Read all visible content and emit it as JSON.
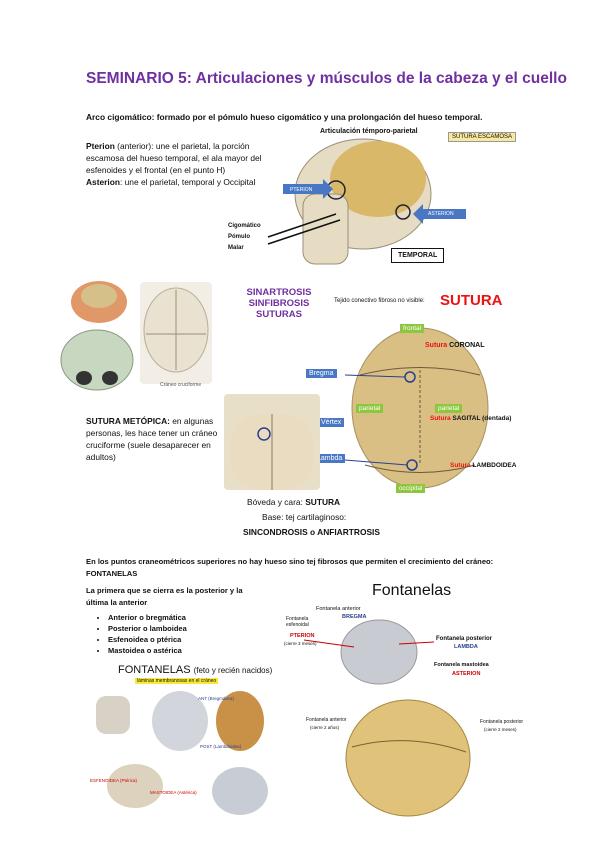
{
  "title": "SEMINARIO 5: Articulaciones y músculos de la cabeza y el cuello",
  "cigomatico": "Arco cigomático: formado por el pómulo hueso cigomático y una prolongación del hueso temporal.",
  "pterion_label": "Pterion",
  "pterion_text": " (anterior): une el parietal, la porción escamosa del hueso temporal, el ala mayor del esfenoides y el frontal (en el punto H)",
  "asterion_label": "Asterion",
  "asterion_text": ": une el parietal, temporal y Occipital",
  "skull1": {
    "art_temporo": "Articulación témporo-parietal",
    "sutura_escamosa": "SUTURA ESCAMOSA",
    "pterion": "PTERION",
    "asterion": "ASTERION",
    "cigomatico": "Cigomático",
    "pomulo": "Pómulo",
    "malar": "Malar",
    "temporal": "TEMPORAL"
  },
  "craneo_cruciforme": "Cráneo cruciforme",
  "sinartrosis": [
    "SINARTROSIS",
    "SINFIBROSIS",
    "SUTURAS"
  ],
  "tejido_conectivo": "Tejido conectivo fibroso no visible:",
  "sutura_big": "SUTURA",
  "top_skull": {
    "frontal": "frontal",
    "sutura_coronal_red": "Sutura",
    "sutura_coronal": " CORONAL",
    "bregma": "Bregma",
    "parietal_l": "parietal",
    "parietal_r": "parietal",
    "vertex": "Vértex",
    "sutura_sagital_red": "Sutura",
    "sutura_sagital": " SAGITAL (dentada)",
    "lambda": "Lambda",
    "sutura_lamb_red": "Sutura",
    "sutura_lamb": " LAMBDOIDEA",
    "occipital": "occipital"
  },
  "metopica_label": "SUTURA METÓPICA:",
  "metopica_text": " en algunas personas, les hace tener un cráneo cruciforme (suele desaparecer en adultos)",
  "boveda_label": "Bóveda y cara: ",
  "boveda_value": "SUTURA",
  "base_text": "Base: tej cartilaginoso:",
  "sincondrosis": "SINCONDROSIS o ANFIARTROSIS",
  "fontanelas_intro": "En los puntos craneométricos superiores no hay hueso sino tej fibrosos que permiten el crecimiento del cráneo: FONTANELAS",
  "primera_cierra": "La primera que se cierra es la posterior y la última la anterior",
  "fontanelas_list": [
    "Anterior o bregmática",
    "Posterior o lamboidea",
    "Esfenoidea o ptérica",
    "Mastoidea o astérica"
  ],
  "fontanelas_img": {
    "title": "FONTANELAS",
    "subtitle": "(feto y recién nacidos)",
    "laminas": "láminas membranosas en el cráneo",
    "ant": "ANT (Bregmática)",
    "post": "POST (Lambdoidea)",
    "esfenoidea": "ESFENOIDEA (Ptérica)",
    "mastoidea": "MASTOIDEA (Astérica)"
  },
  "fontanelas_big": {
    "title": "Fontanelas",
    "anterior": "Fontanela anterior",
    "bregma": "BREGMA",
    "esfenoidal": "Fontanela esfenoidal",
    "pterion": "PTERION",
    "pterion_cierre": "(cierre 3 meses)",
    "posterior": "Fontanela posterior",
    "lambda": "LAMBDA",
    "mastoidea": "Fontanela mastoidea",
    "asterion": "ASTERION",
    "ant2": "Fontanela anterior",
    "ant2_cierre": "(cierre 2 años)",
    "post2": "Fontanela posterior",
    "post2_cierre": "(cierre 2 meses)"
  }
}
